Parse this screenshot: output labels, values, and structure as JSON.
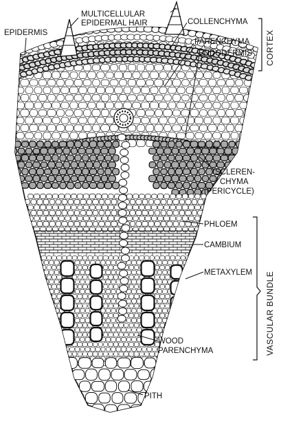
{
  "labels": {
    "epidermis": "EPIDERMIS",
    "hair_line1": "MULTICELLULAR",
    "hair_line2": "EPIDERMAL HAIR",
    "collenchyma": "COLLENCHYMA",
    "parenchyma": "PARENCHYMA",
    "endodermis": "ENDODERMIS",
    "cortex": "CORTEX",
    "scler_line1": "SCLEREN-",
    "scler_line2": "CHYMA",
    "scler_line3": "(PERICYCLE)",
    "phloem": "PHLOEM",
    "cambium": "CAMBIUM",
    "metaxylem": "METAXYLEM",
    "vascular_bundle": "VASCULAR BUNDLE",
    "wood_line1": "WOOD",
    "wood_line2": "PARENCHYMA",
    "pith": "PITH"
  }
}
